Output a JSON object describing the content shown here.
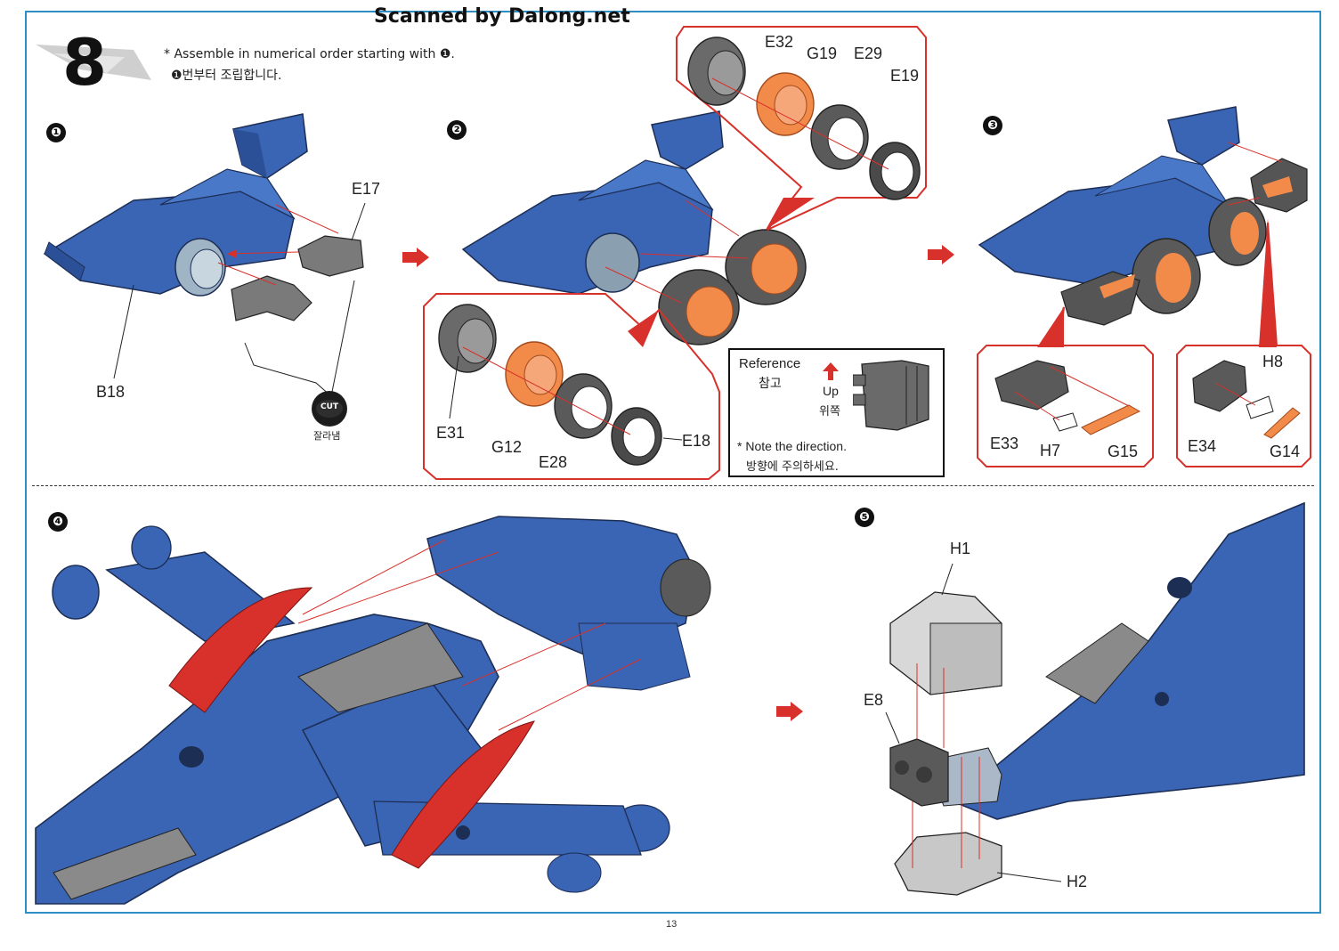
{
  "watermark": "Scanned by Dalong.net",
  "step": {
    "number": "8",
    "instruction_en": "* Assemble in numerical order starting with ❶.",
    "instruction_ko": "❶번부터 조립합니다."
  },
  "substeps": [
    "❶",
    "❷",
    "❸",
    "❹",
    "❺"
  ],
  "parts": {
    "e17": "E17",
    "b18": "B18",
    "cut": "CUT",
    "cut_ko": "잘라냄",
    "e32": "E32",
    "g19": "G19",
    "e29": "E29",
    "e19": "E19",
    "e31": "E31",
    "g12": "G12",
    "e28": "E28",
    "e18": "E18",
    "e33": "E33",
    "h7": "H7",
    "g15": "G15",
    "h8": "H8",
    "e34": "E34",
    "g14": "G14",
    "h1": "H1",
    "e8": "E8",
    "h2": "H2"
  },
  "reference": {
    "title": "Reference",
    "title_ko": "참고",
    "up": "Up",
    "up_ko": "위쪽",
    "note_en": "* Note the direction.",
    "note_ko": "방향에 주의하세요."
  },
  "page_number": "13",
  "colors": {
    "frame": "#2f8fc4",
    "ship_blue": "#3a64b4",
    "ship_dark": "#22407e",
    "part_gray": "#8a8a8a",
    "accent_red": "#d8302a",
    "orange": "#f28a4a"
  }
}
